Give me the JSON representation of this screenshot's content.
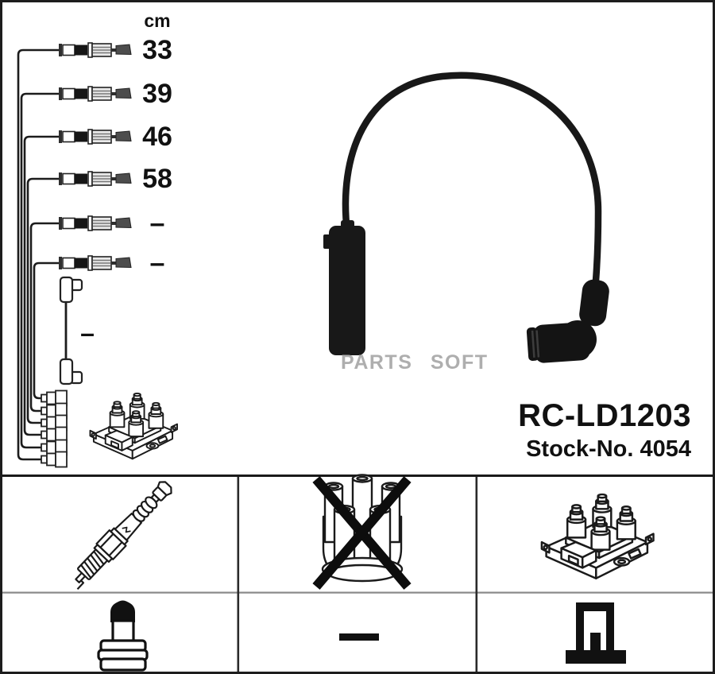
{
  "measurements": {
    "unit": "cm",
    "rows": [
      {
        "name": "wire-1",
        "length": "33"
      },
      {
        "name": "wire-2",
        "length": "39"
      },
      {
        "name": "wire-3",
        "length": "46"
      },
      {
        "name": "wire-4",
        "length": "58"
      },
      {
        "name": "wire-5",
        "length": "–"
      },
      {
        "name": "wire-6",
        "length": "–"
      }
    ],
    "coil_wire_length": "–"
  },
  "part": {
    "number": "RC-LD1203",
    "stock": "Stock-No. 4054"
  },
  "watermark": {
    "text": "PARTS SOFT",
    "color": "#aeaeae"
  },
  "legend": {
    "row1": [
      {
        "icon": "spark-plug-icon",
        "meaning": "spark plug connection"
      },
      {
        "icon": "distributor-cap-crossed-icon",
        "meaning": "no distributor cap connection"
      },
      {
        "icon": "ignition-coil-pack-icon",
        "meaning": "ignition coil pack connection"
      }
    ],
    "row2": [
      {
        "icon": "plug-terminal-nut-icon",
        "meaning": "plug terminal type"
      },
      {
        "icon": "dash-icon",
        "meaning": "none"
      },
      {
        "icon": "coil-mount-connector-icon",
        "meaning": "coil mount connector type"
      }
    ]
  },
  "colors": {
    "ink": "#1a1a1a",
    "cable_black": "#161616",
    "metal_tip": "#4d4d4d",
    "grid_line": "#2a2a2a"
  }
}
